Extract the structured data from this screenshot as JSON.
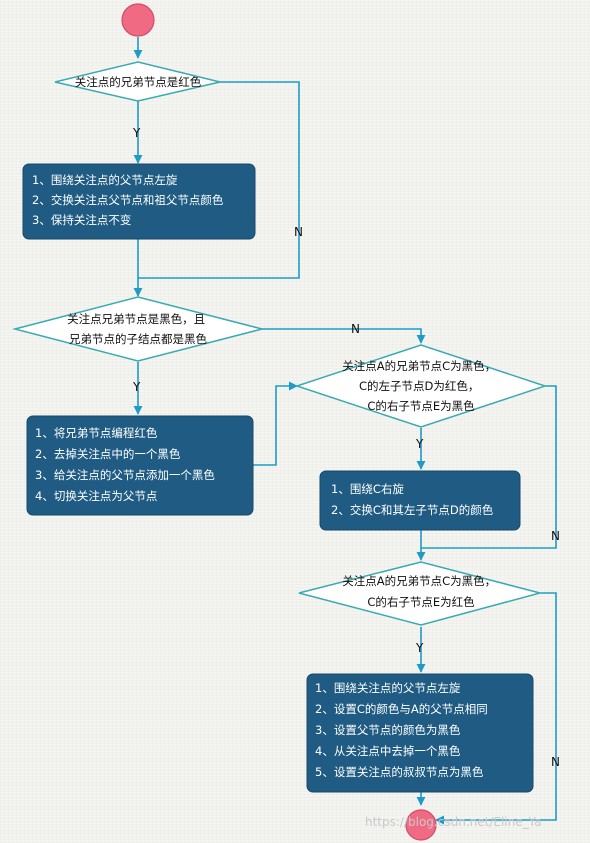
{
  "colors": {
    "line": "#1f9bc7",
    "diamond_stroke": "#3aaab0",
    "diamond_fill": "#ffffff",
    "box_fill": "#1f5b82",
    "box_text": "#ffffff",
    "terminal_fill": "#f06a84",
    "terminal_stroke": "#cf4d68"
  },
  "decisions": [
    {
      "lines": [
        "关注点的兄弟节点是红色"
      ]
    },
    {
      "lines": [
        "关注点兄弟节点是黑色，且",
        "兄弟节点的子结点都是黑色"
      ]
    },
    {
      "lines": [
        "关注点A的兄弟节点C为黑色，",
        "C的左子节点D为红色，",
        "C的右子节点E为黑色"
      ]
    },
    {
      "lines": [
        "关注点A的兄弟节点C为黑色，",
        "C的右子节点E为红色"
      ]
    }
  ],
  "processes": [
    {
      "lines": [
        "1、围绕关注点的父节点左旋",
        "2、交换关注点父节点和祖父节点颜色",
        "3、保持关注点不变"
      ]
    },
    {
      "lines": [
        "1、将兄弟节点编程红色",
        "2、去掉关注点中的一个黑色",
        "3、给关注点的父节点添加一个黑色",
        "4、切换关注点为父节点"
      ]
    },
    {
      "lines": [
        "1、围绕C右旋",
        "2、交换C和其左子节点D的颜色"
      ]
    },
    {
      "lines": [
        "1、围绕关注点的父节点左旋",
        "2、设置C的颜色与A的父节点相同",
        "3、设置父节点的颜色为黑色",
        "4、从关注点中去掉一个黑色",
        "5、设置关注点的叔叔节点为黑色"
      ]
    }
  ],
  "labels": {
    "yes": "Y",
    "no": "N"
  },
  "watermark": "https://blog.csdn.net/Eline_Ya"
}
